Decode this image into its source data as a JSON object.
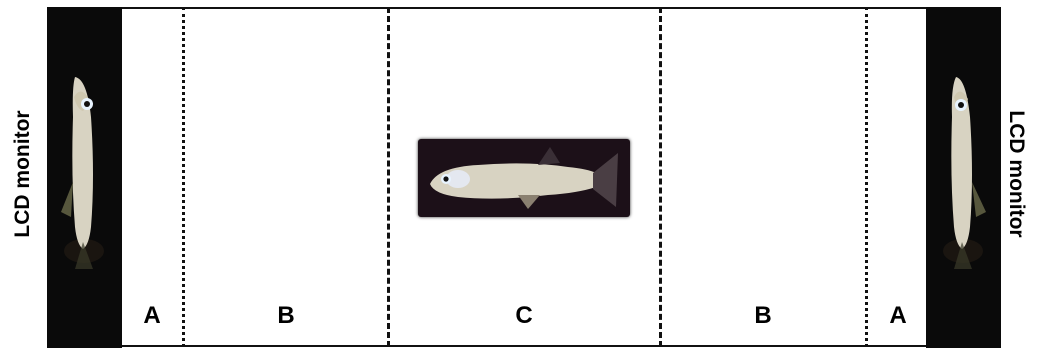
{
  "left_label": "LCD monitor",
  "right_label": "LCD monitor",
  "zones": [
    "A",
    "B",
    "C",
    "B",
    "A"
  ],
  "colors": {
    "monitor_bg": "#0a0a0a",
    "fish_body": "#d8d3c2",
    "photo_bg": "#1c1018"
  }
}
